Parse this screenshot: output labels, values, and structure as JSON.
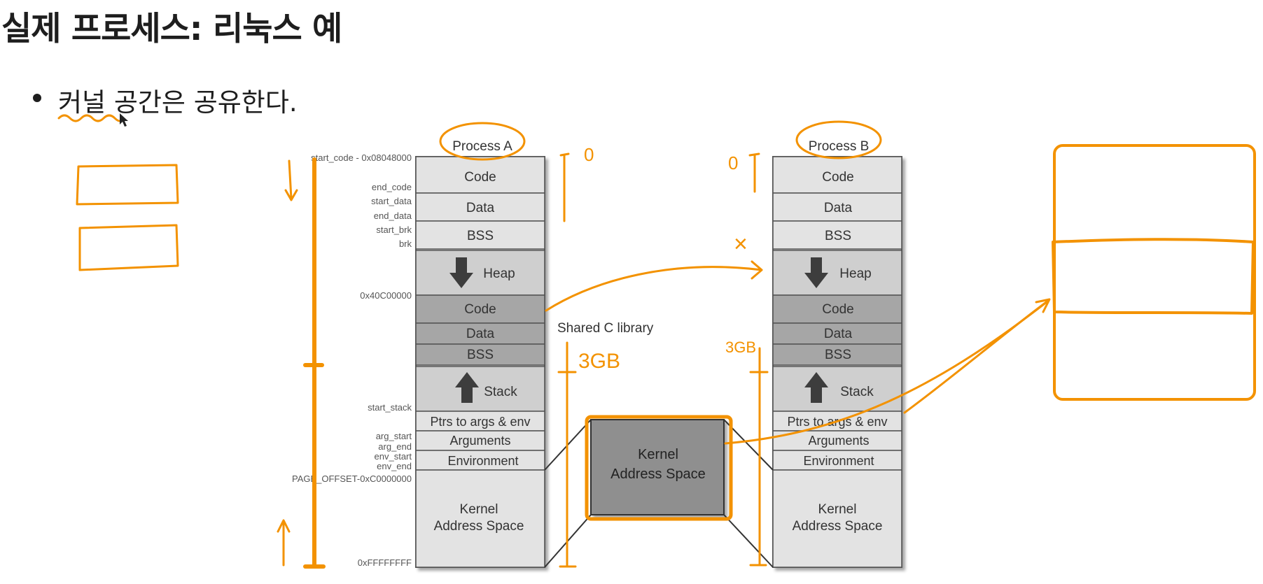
{
  "title": "실제 프로세스: 리눅스 예",
  "bullet": "커널 공간은 공유한다.",
  "process_a": {
    "name": "Process A",
    "segments": {
      "code": "Code",
      "data": "Data",
      "bss": "BSS",
      "heap": "Heap",
      "lib_code": "Code",
      "lib_data": "Data",
      "lib_bss": "BSS",
      "stack": "Stack",
      "ptrs": "Ptrs to args & env",
      "args": "Arguments",
      "env": "Environment",
      "kernel_line1": "Kernel",
      "kernel_line2": "Address Space"
    },
    "addresses": {
      "start_code": "start_code - 0x08048000",
      "end_code": "end_code",
      "start_data": "start_data",
      "end_data": "end_data",
      "start_brk": "start_brk",
      "brk": "brk",
      "lib_base": "0x40C00000",
      "start_stack": "start_stack",
      "arg_start": "arg_start",
      "arg_end": "arg_end",
      "env_start": "env_start",
      "env_end": "env_end",
      "page_offset": "PAGE_OFFSET-0xC0000000",
      "max": "0xFFFFFFFF"
    }
  },
  "process_b": {
    "name": "Process B",
    "segments": {
      "code": "Code",
      "data": "Data",
      "bss": "BSS",
      "heap": "Heap",
      "lib_code": "Code",
      "lib_data": "Data",
      "lib_bss": "BSS",
      "stack": "Stack",
      "ptrs": "Ptrs to args & env",
      "args": "Arguments",
      "env": "Environment",
      "kernel_line1": "Kernel",
      "kernel_line2": "Address Space"
    }
  },
  "shared_lib_label": "Shared C library",
  "shared_kernel": {
    "line1": "Kernel",
    "line2": "Address Space"
  },
  "handwriting": {
    "zero_a": "0",
    "zero_b": "0",
    "cross": "×",
    "gb_a": "3GB",
    "gb_b": "3GB"
  },
  "colors": {
    "annotation": "#f39200",
    "segment_light": "#e3e3e3",
    "segment_dark": "#a6a6a6",
    "segment_kernel_shared": "#8f8f8f",
    "arrow": "#3d3d3d",
    "text": "#1e1e1e"
  }
}
